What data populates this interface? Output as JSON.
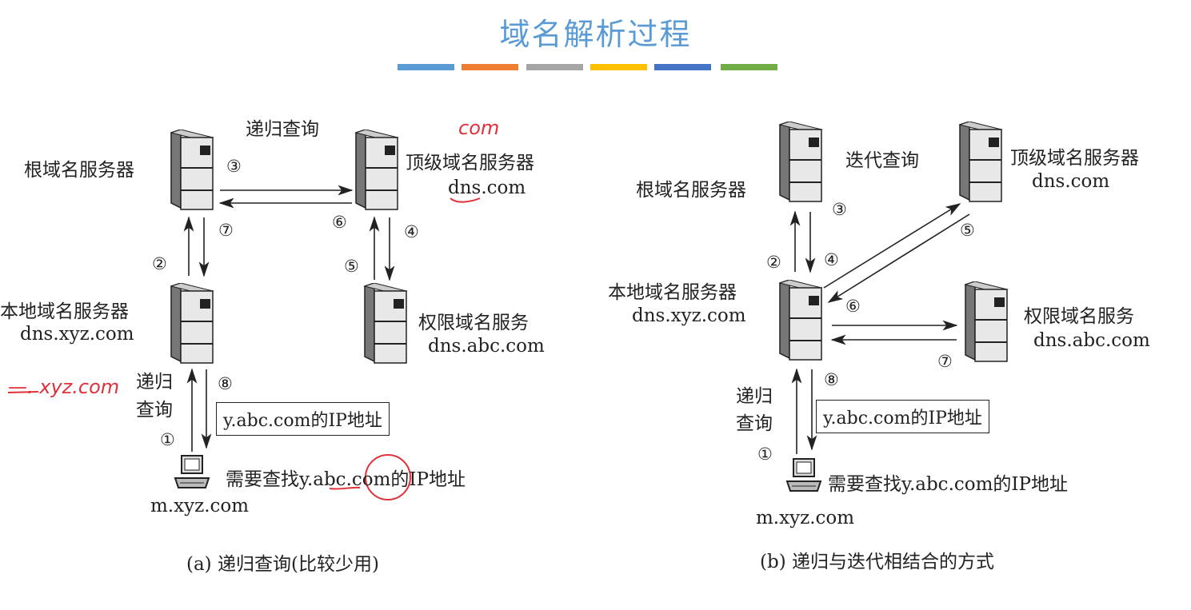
{
  "title": "域名解析过程",
  "colors": {
    "title": "#5b9bd5",
    "bars": [
      "#5b9bd5",
      "#ed7d31",
      "#a5a5a5",
      "#ffc000",
      "#4472c4",
      "#70ad47"
    ],
    "annotation": "#e0303a"
  },
  "left": {
    "mode": "递归查询",
    "root": "根域名服务器",
    "tld": "顶级域名服务器",
    "tld_host": "dns.com",
    "local": "本地域名服务器",
    "local_host": "dns.xyz.com",
    "auth": "权限域名服务",
    "auth_host": "dns.abc.com",
    "client_query_1": "递归",
    "client_query_2": "查询",
    "answer": "y.abc.com的IP地址",
    "need": "需要查找y.abc.com的IP地址",
    "client_host": "m.xyz.com",
    "caption": "(a) 递归查询(比较少用)",
    "steps": [
      "①",
      "②",
      "③",
      "④",
      "⑤",
      "⑥",
      "⑦",
      "⑧"
    ],
    "annotations": {
      "com": "com",
      "xyz": "—. xyz.com"
    }
  },
  "right": {
    "mode": "迭代查询",
    "root": "根域名服务器",
    "tld": "顶级域名服务器",
    "tld_host": "dns.com",
    "local": "本地域名服务器",
    "local_host": "dns.xyz.com",
    "auth": "权限域名服务",
    "auth_host": "dns.abc.com",
    "client_query_1": "递归",
    "client_query_2": "查询",
    "answer": "y.abc.com的IP地址",
    "need": "需要查找y.abc.com的IP地址",
    "client_host": "m.xyz.com",
    "caption": "(b) 递归与迭代相结合的方式",
    "steps": [
      "①",
      "②",
      "③",
      "④",
      "⑤",
      "⑥",
      "⑦",
      "⑧"
    ]
  }
}
